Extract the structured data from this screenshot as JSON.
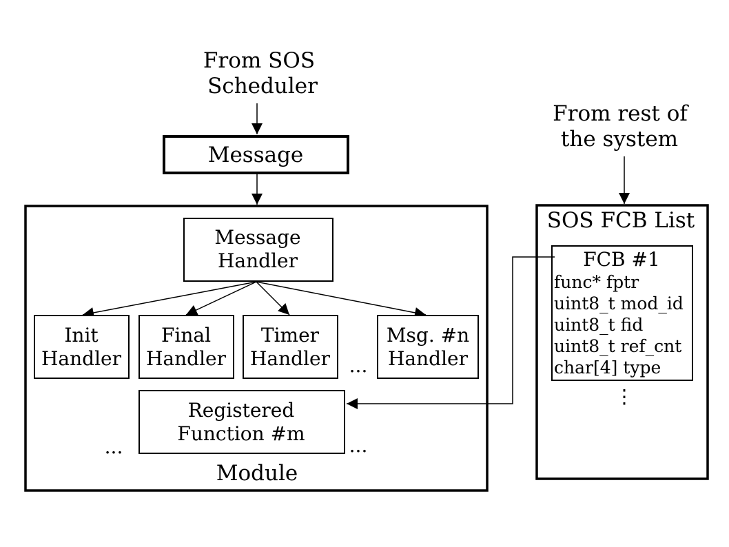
{
  "source_top": {
    "line1": "From SOS",
    "line2": "Scheduler"
  },
  "source_right": {
    "line1": "From rest of",
    "line2": "the system"
  },
  "message_box": {
    "label": "Message"
  },
  "module": {
    "label": "Module",
    "message_handler": {
      "line1": "Message",
      "line2": "Handler"
    },
    "handlers": [
      {
        "line1": "Init",
        "line2": "Handler"
      },
      {
        "line1": "Final",
        "line2": "Handler"
      },
      {
        "line1": "Timer",
        "line2": "Handler"
      },
      {
        "line1": "Msg. #n",
        "line2": "Handler"
      }
    ],
    "ellipsis": "...",
    "registered_function": {
      "line1": "Registered",
      "line2": "Function #m"
    }
  },
  "fcb_list": {
    "title": "SOS FCB List",
    "fcb": {
      "title": "FCB #1",
      "fields": [
        "func* fptr",
        "uint8_t mod_id",
        "uint8_t fid",
        "uint8_t ref_cnt",
        "char[4] type"
      ]
    },
    "more": "⋮"
  }
}
